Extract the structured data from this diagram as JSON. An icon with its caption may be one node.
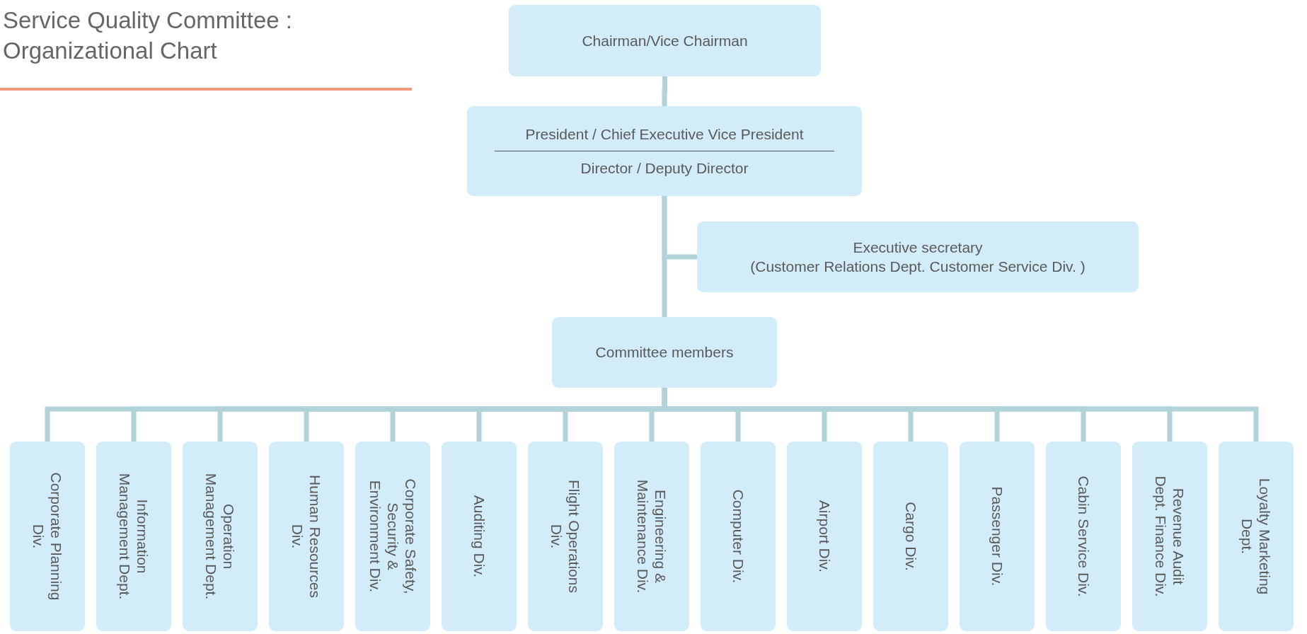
{
  "diagram": {
    "title": "Service Quality Committee : Organizational Chart",
    "nodes": [
      {
        "text": [
          "Chairman/Vice Chairman"
        ]
      },
      {
        "text": [
          "President / Chief Executive Vice President",
          "Director / Deputy Director"
        ]
      },
      {
        "text": [
          "Executive secretary",
          "(Customer Relations Dept. Customer Service Div. )"
        ]
      },
      {
        "text": [
          "Committee members"
        ]
      },
      {
        "text": [
          "Corporate Planning Div."
        ]
      },
      {
        "text": [
          "Information Management Dept."
        ]
      },
      {
        "text": [
          "Operation Management Dept."
        ]
      },
      {
        "text": [
          "Human Resources Div."
        ]
      },
      {
        "text": [
          "Corporate Safety, Security & Environment Div."
        ]
      },
      {
        "text": [
          "Auditing Div."
        ]
      },
      {
        "text": [
          "Flight Operations Div."
        ]
      },
      {
        "text": [
          "Engineering & Maintenance Div."
        ]
      },
      {
        "text": [
          "Computer Div."
        ]
      },
      {
        "text": [
          "Airport Div."
        ]
      },
      {
        "text": [
          "Cargo Div."
        ]
      },
      {
        "text": [
          "Passenger Div."
        ]
      },
      {
        "text": [
          "Cabin Service Div."
        ]
      },
      {
        "text": [
          "Revenue Audit Dept. Finance Div."
        ]
      },
      {
        "text": [
          "Loyalty Marketing Dept."
        ]
      }
    ],
    "edges": [
      {
        "from": 0,
        "to": 1,
        "arrow": "none"
      },
      {
        "from": 1,
        "to": 3,
        "arrow": "none"
      },
      {
        "from": 1,
        "to": 2,
        "arrow": "none"
      },
      {
        "from": 3,
        "to": 4,
        "arrow": "none"
      },
      {
        "from": 3,
        "to": 5,
        "arrow": "none"
      },
      {
        "from": 3,
        "to": 6,
        "arrow": "none"
      },
      {
        "from": 3,
        "to": 7,
        "arrow": "none"
      },
      {
        "from": 3,
        "to": 8,
        "arrow": "none"
      },
      {
        "from": 3,
        "to": 9,
        "arrow": "none"
      },
      {
        "from": 3,
        "to": 10,
        "arrow": "none"
      },
      {
        "from": 3,
        "to": 11,
        "arrow": "none"
      },
      {
        "from": 3,
        "to": 12,
        "arrow": "none"
      },
      {
        "from": 3,
        "to": 13,
        "arrow": "none"
      },
      {
        "from": 3,
        "to": 14,
        "arrow": "none"
      },
      {
        "from": 3,
        "to": 15,
        "arrow": "none"
      },
      {
        "from": 3,
        "to": 16,
        "arrow": "none"
      },
      {
        "from": 3,
        "to": 17,
        "arrow": "none"
      },
      {
        "from": 3,
        "to": 18,
        "arrow": "none"
      }
    ]
  }
}
